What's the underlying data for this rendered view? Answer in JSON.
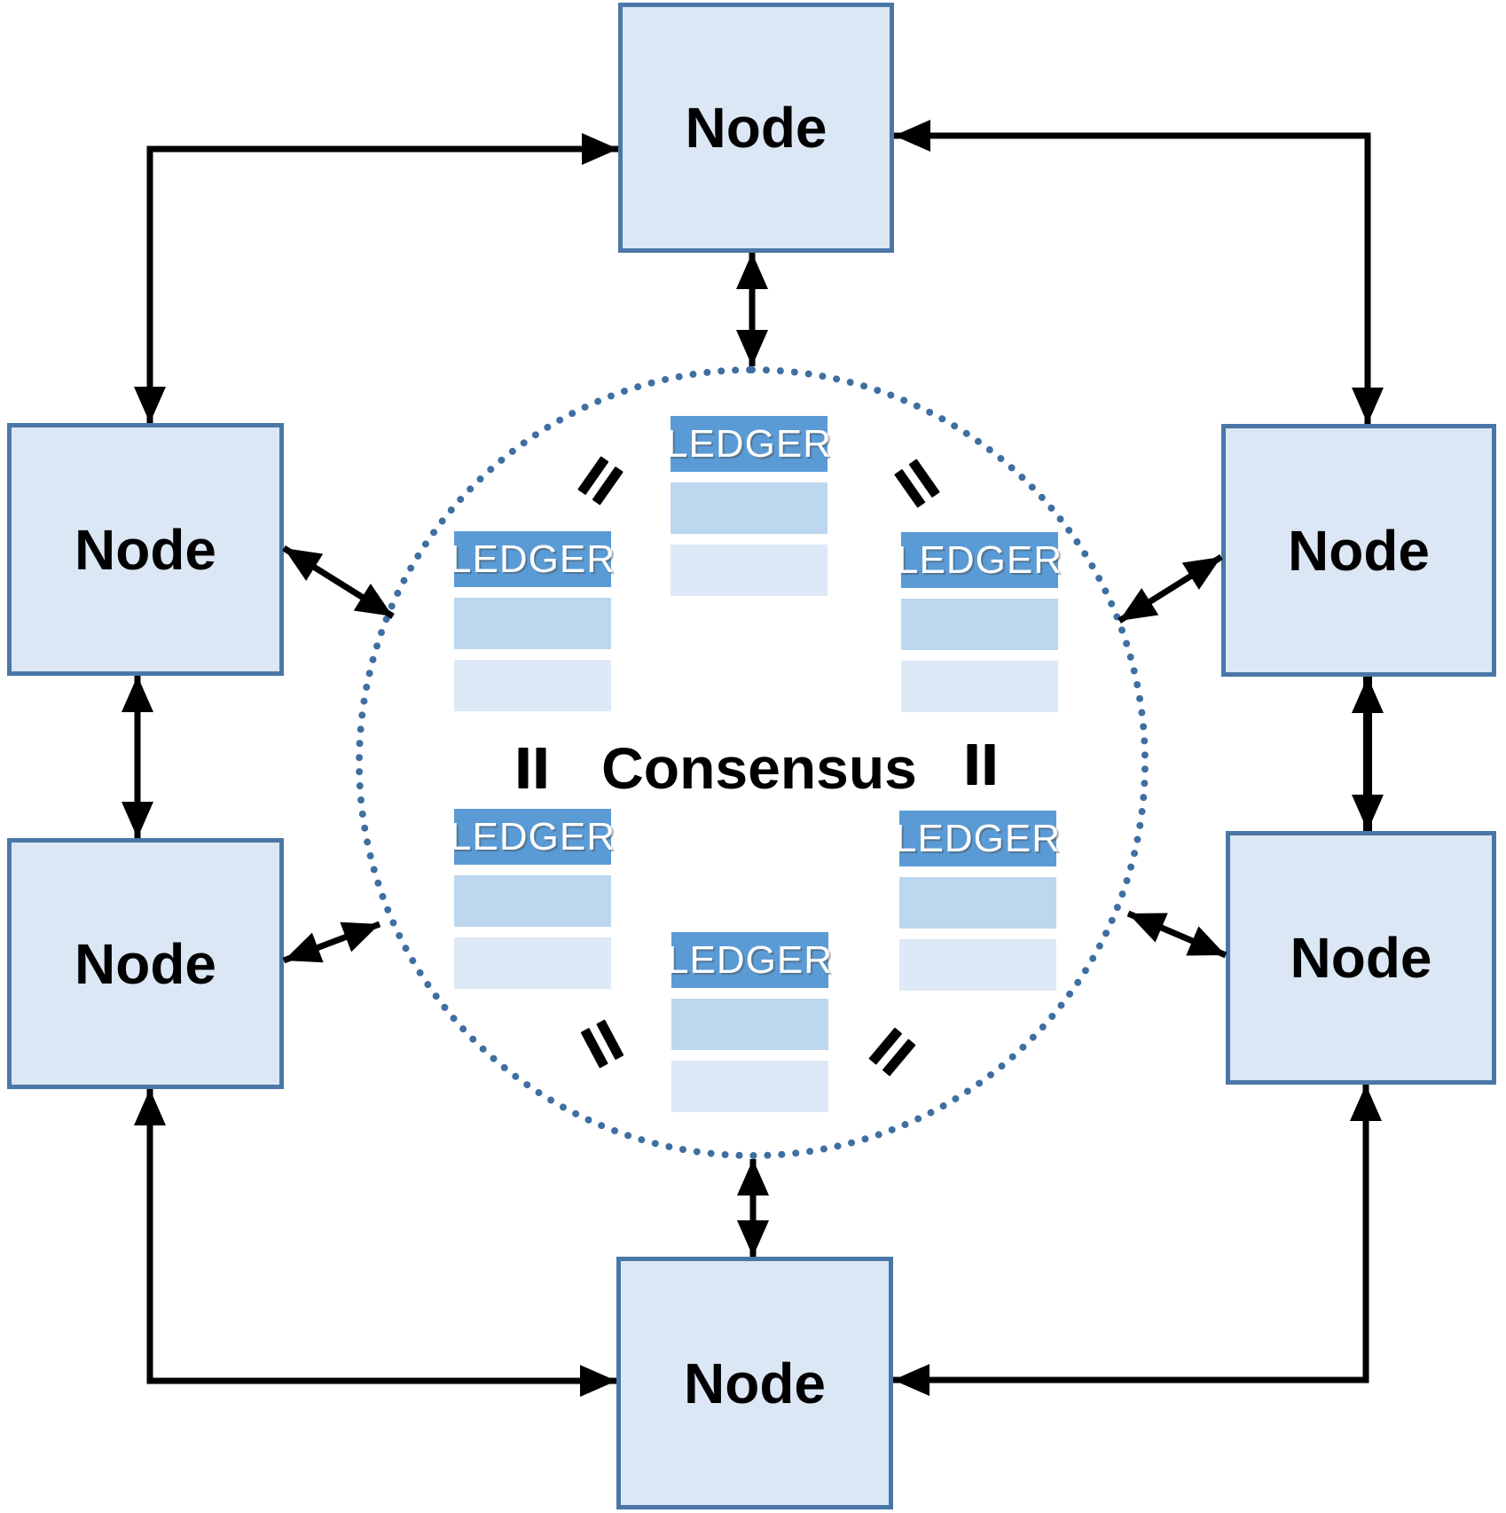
{
  "diagram": {
    "center_label": "Consensus",
    "nodes": [
      {
        "id": "top",
        "label": "Node"
      },
      {
        "id": "left-upper",
        "label": "Node"
      },
      {
        "id": "left-lower",
        "label": "Node"
      },
      {
        "id": "right-upper",
        "label": "Node"
      },
      {
        "id": "right-lower",
        "label": "Node"
      },
      {
        "id": "bottom",
        "label": "Node"
      }
    ],
    "ledgers": [
      {
        "id": "top-center",
        "label": "LEDGER"
      },
      {
        "id": "upper-left",
        "label": "LEDGER"
      },
      {
        "id": "upper-right",
        "label": "LEDGER"
      },
      {
        "id": "lower-left",
        "label": "LEDGER"
      },
      {
        "id": "lower-right",
        "label": "LEDGER"
      },
      {
        "id": "bottom-center",
        "label": "LEDGER"
      }
    ],
    "equals_signs_count": 6,
    "edges": [
      {
        "from": "node-left-upper",
        "to": "node-top",
        "shape": "elbow",
        "bidirectional": true
      },
      {
        "from": "node-right-upper",
        "to": "node-top",
        "shape": "elbow",
        "bidirectional": true
      },
      {
        "from": "node-left-lower",
        "to": "node-bottom",
        "shape": "elbow",
        "bidirectional": true
      },
      {
        "from": "node-right-lower",
        "to": "node-bottom",
        "shape": "elbow",
        "bidirectional": true
      },
      {
        "from": "node-top",
        "to": "consensus-circle",
        "shape": "straight",
        "bidirectional": true
      },
      {
        "from": "node-bottom",
        "to": "consensus-circle",
        "shape": "straight",
        "bidirectional": true
      },
      {
        "from": "node-left-upper",
        "to": "node-left-lower",
        "shape": "straight",
        "bidirectional": true
      },
      {
        "from": "node-right-upper",
        "to": "node-right-lower",
        "shape": "straight",
        "bidirectional": true
      },
      {
        "from": "node-left-upper",
        "to": "consensus-circle",
        "shape": "diagonal",
        "bidirectional": true
      },
      {
        "from": "node-left-lower",
        "to": "consensus-circle",
        "shape": "diagonal",
        "bidirectional": true
      },
      {
        "from": "node-right-upper",
        "to": "consensus-circle",
        "shape": "diagonal",
        "bidirectional": true
      },
      {
        "from": "node-right-lower",
        "to": "consensus-circle",
        "shape": "diagonal",
        "bidirectional": true
      }
    ],
    "colors": {
      "node_fill": "#dbe7f4",
      "node_border": "#4a77a7",
      "ledger_header": "#5b9bd5",
      "ledger_row_mid": "#bcd7ee",
      "ledger_row_light": "#dde9f6",
      "circle_dots": "#3f6fa1",
      "arrow": "#000000",
      "text": "#000000",
      "ledger_text": "#ffffff"
    }
  }
}
